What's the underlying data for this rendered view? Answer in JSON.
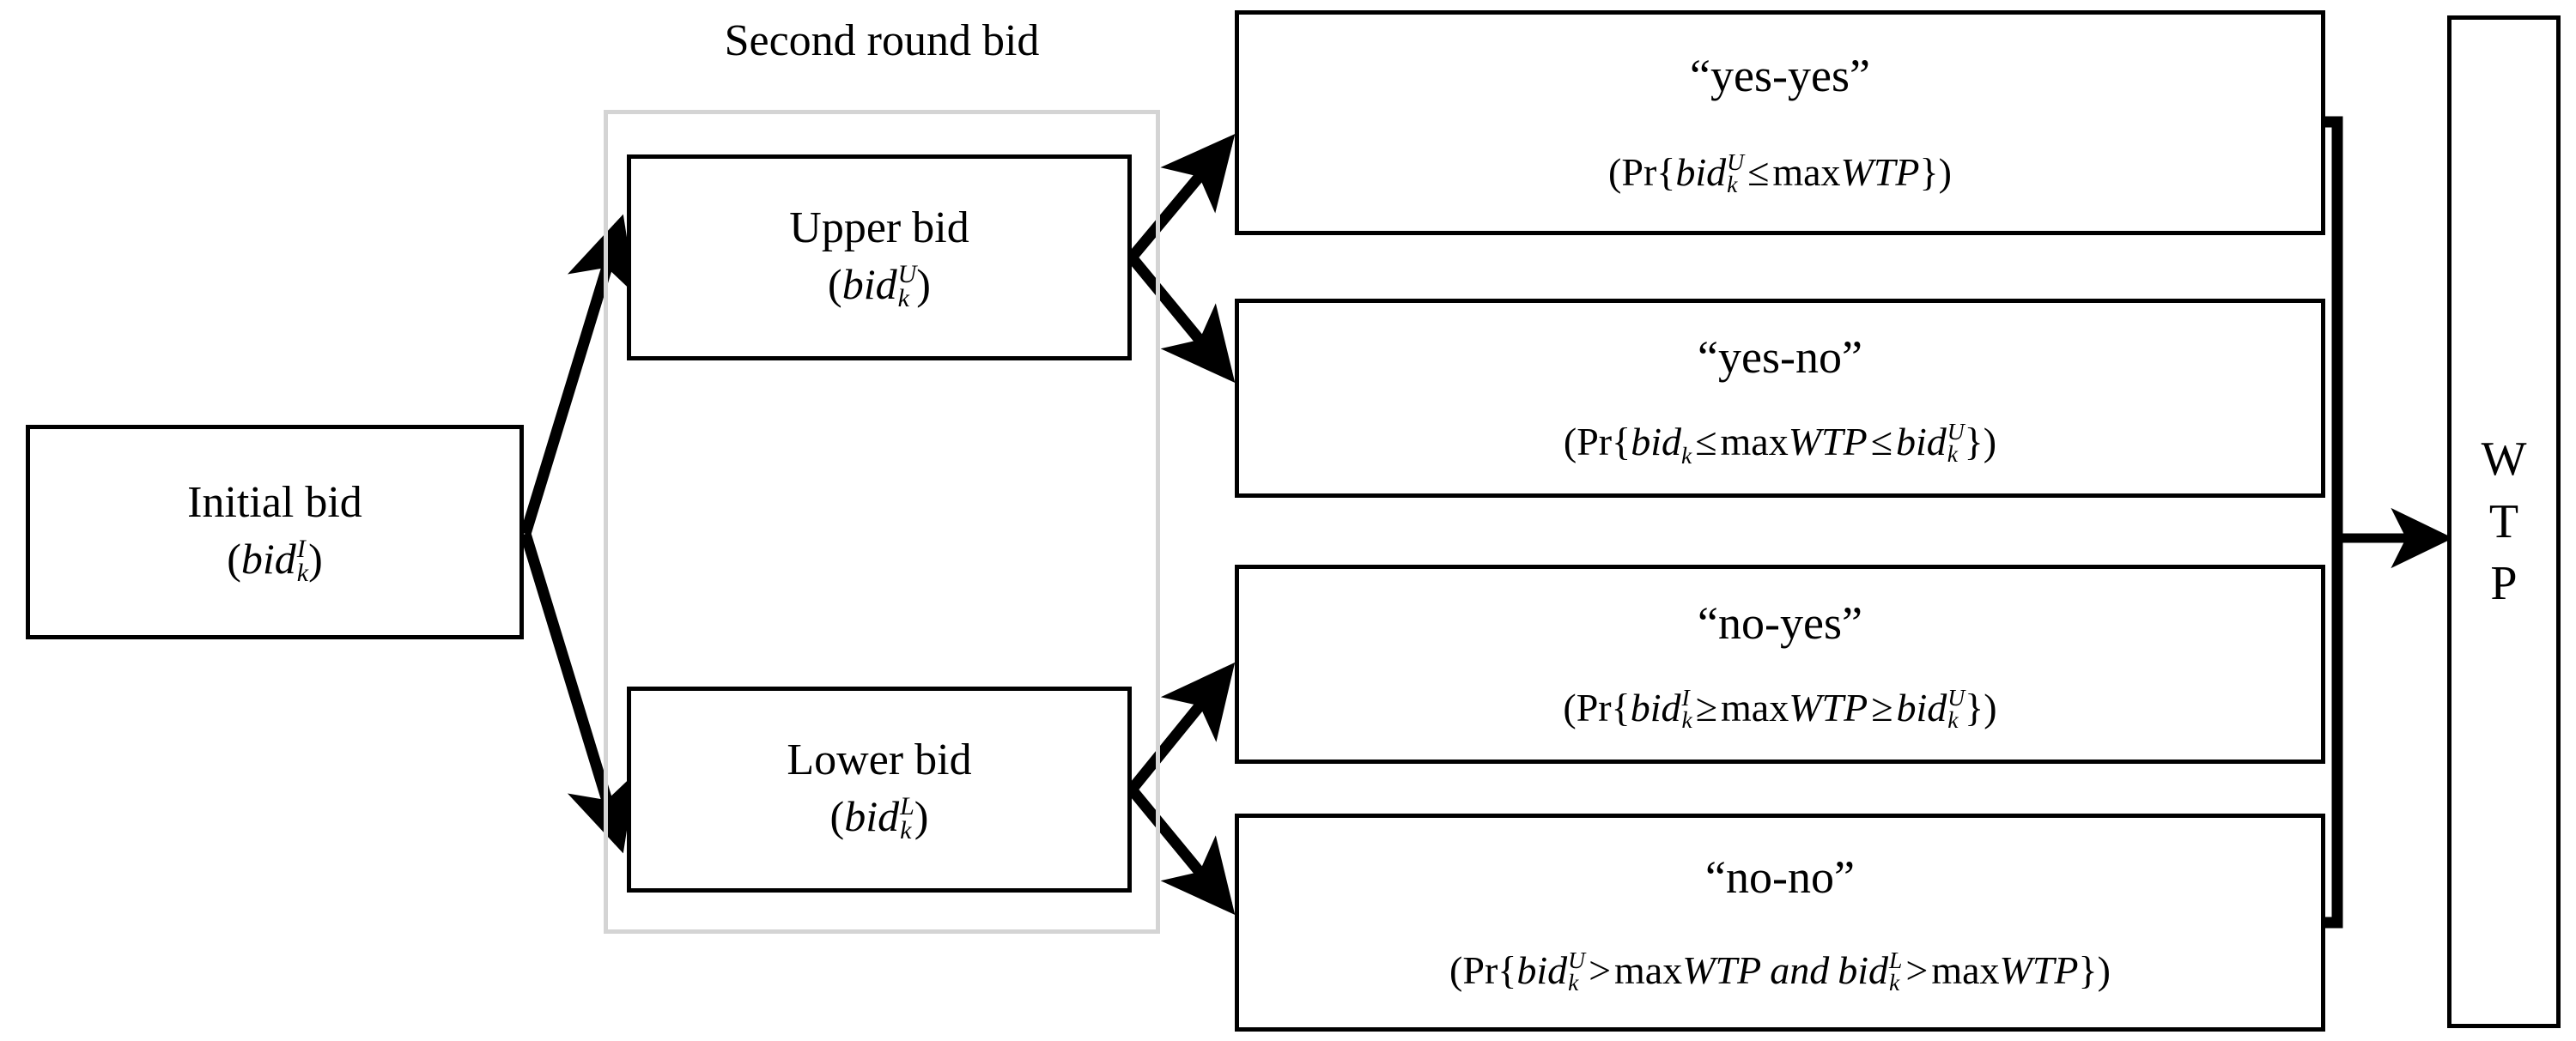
{
  "figure": {
    "type": "double-bounded-dichotomous-choice-bid-tree",
    "background_color": "#ffffff",
    "line_color": "#000000",
    "group_border_color": "#d4d4d4"
  },
  "group": {
    "label": "Second round bid"
  },
  "initial_bid": {
    "title": "Initial bid",
    "symbol_open": "(",
    "symbol_base": "bid",
    "symbol_sup": "I",
    "symbol_sub": "k",
    "symbol_close": ")"
  },
  "upper_bid": {
    "title": "Upper bid",
    "symbol_open": "(",
    "symbol_base": "bid",
    "symbol_sup": "U",
    "symbol_sub": "k",
    "symbol_close": ")"
  },
  "lower_bid": {
    "title": "Lower bid",
    "symbol_open": "(",
    "symbol_base": "bid",
    "symbol_sup": "L",
    "symbol_sub": "k",
    "symbol_close": ")"
  },
  "outcomes": [
    {
      "id": "yes-yes",
      "label": "“yes-yes”",
      "probability_text": "(Pr{bidᵏᵘ ≤ max WTP})",
      "probability_plain": "(Pr{bid_k^U <= max WTP})"
    },
    {
      "id": "yes-no",
      "label": "“yes-no”",
      "probability_text": "(Pr{bidₖ ≤ max WTP ≤ bidₖᵘ})",
      "probability_plain": "(Pr{bid_k <= max WTP <= bid_k^U})"
    },
    {
      "id": "no-yes",
      "label": "“no-yes”",
      "probability_text": "(Pr{bidₖᴵ ≥ max WTP ≥ bidₖᵘ})",
      "probability_plain": "(Pr{bid_k^I >= max WTP >= bid_k^U})"
    },
    {
      "id": "no-no",
      "label": "“no-no”",
      "probability_text": "(Pr{bidₖᵘ > max WTP and bidₖᴸ > max WTP})",
      "probability_plain": "(Pr{bid_k^U > max WTP and bid_k^L > max WTP})"
    }
  ],
  "math_tokens": {
    "paren_open": "(",
    "paren_close": ")",
    "pr": "Pr",
    "brace_open": "{",
    "brace_close": "}",
    "bid": "bid",
    "max": "max",
    "wtp": "WTP",
    "and": "and",
    "leq": "≤",
    "geq": "≥",
    "gt": ">",
    "sub_k": "k",
    "sup_I": "I",
    "sup_U": "U",
    "sup_L": "L"
  },
  "result": {
    "letters": [
      "W",
      "T",
      "P"
    ],
    "full": "WTP"
  }
}
